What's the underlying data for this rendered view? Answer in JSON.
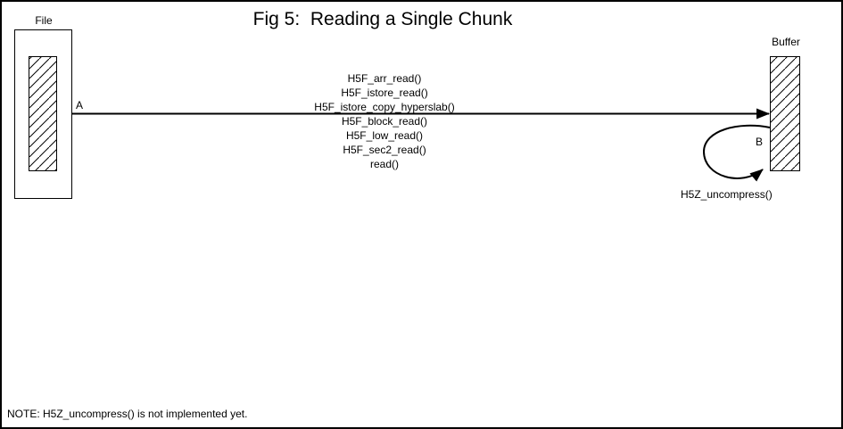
{
  "figure": {
    "title": "Fig 5:  Reading a Single Chunk",
    "note": "NOTE: H5Z_uncompress() is not implemented yet."
  },
  "file_box": {
    "label": "File"
  },
  "buffer_box": {
    "label": "Buffer"
  },
  "read_path": {
    "endpoint_a_label": "A",
    "endpoint_b_label": "B",
    "call_stack": [
      "H5F_arr_read()",
      "H5F_istore_read()",
      "H5F_istore_copy_hyperslab()",
      "H5F_block_read()",
      "H5F_low_read()",
      "H5F_sec2_read()",
      "read()"
    ],
    "uncompress_call": "H5Z_uncompress()"
  },
  "colors": {
    "ink": "#000000",
    "background": "#ffffff"
  }
}
